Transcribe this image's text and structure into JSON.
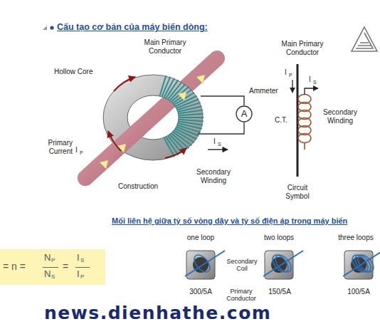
{
  "diagram": {
    "title": "Cấu tạo cơ bản của máy biến dòng:",
    "nodes": [
      {
        "text": [
          "A"
        ]
      },
      {
        "text": [
          "= n =",
          "N",
          "P",
          "N",
          "S",
          "=",
          "I",
          "S",
          "I",
          "P"
        ]
      }
    ],
    "labels": [
      "Main Primary Conductor",
      "Hollow Core",
      "Primary Current",
      "I",
      "P",
      "Ammeter",
      "I",
      "S",
      "Secondary Winding",
      "Construction",
      "Main Primary Conductor",
      "I",
      "P",
      "I",
      "S",
      "C.T.",
      "Secondary Winding",
      "Circuit Symbol",
      "Mối liên hệ giữa tỷ số vòng dây  và tỷ số điện áp trong máy biến",
      "one loop",
      "two loops",
      "three loops",
      "Secondary Coil",
      "300/5A",
      "Primary Conductor",
      "150/5A",
      "100/5A",
      "news.dienhathe.com"
    ]
  }
}
